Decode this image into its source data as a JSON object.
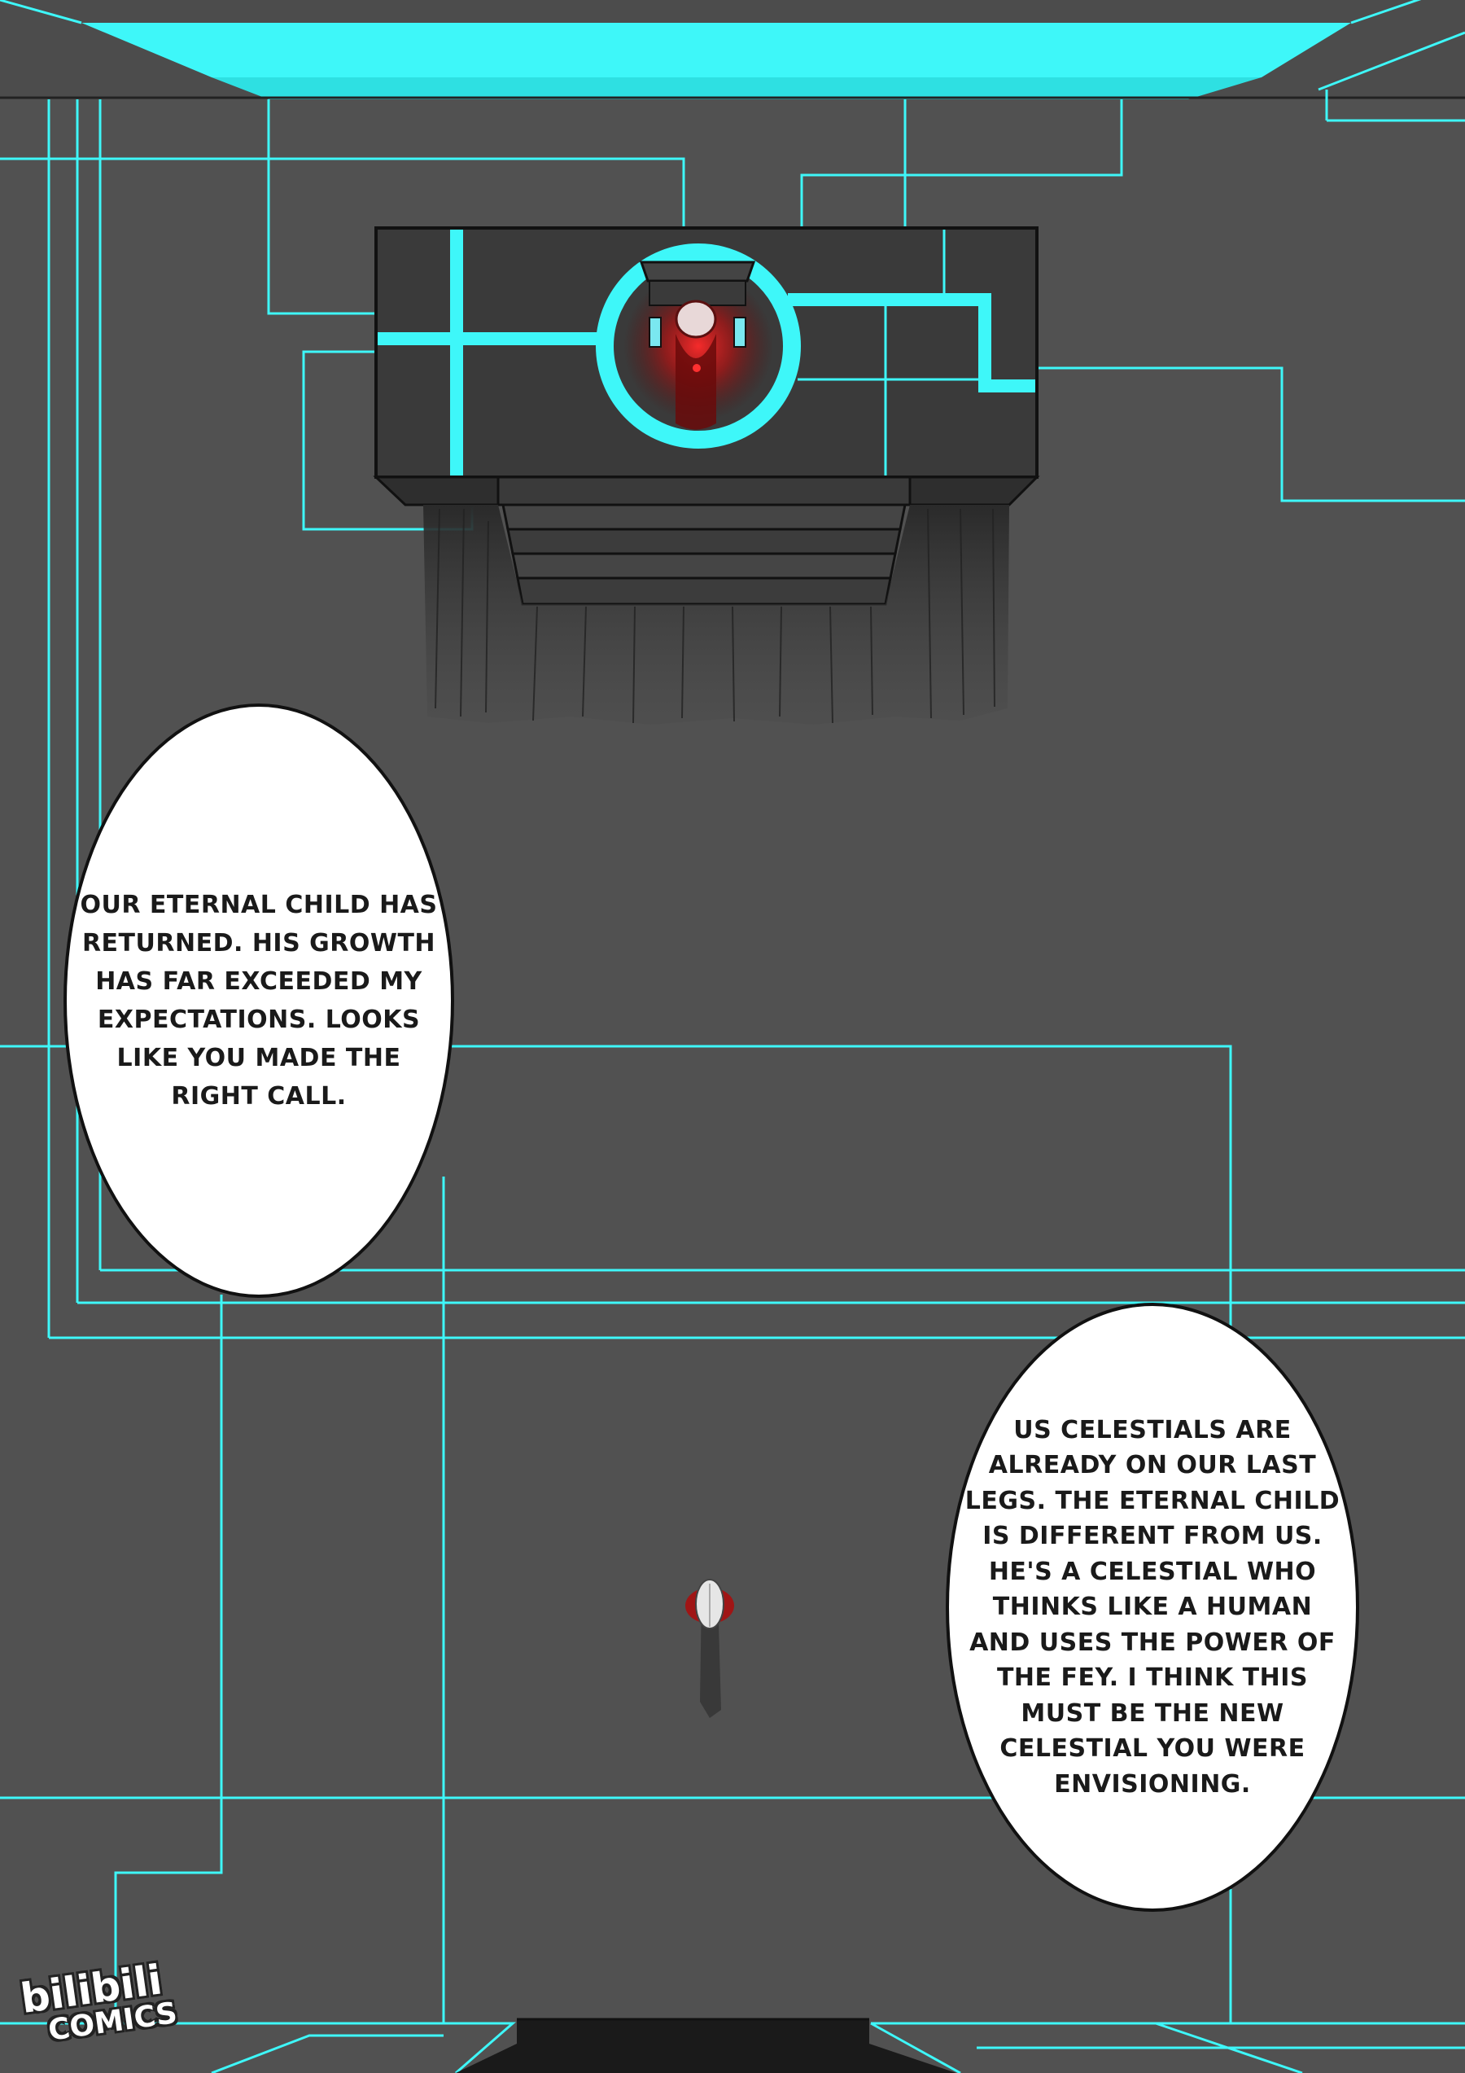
{
  "bubbles": [
    {
      "text": "Our eternal child has returned. His growth has far exceeded my expectations. Looks like you made the right call."
    },
    {
      "text": "Us Celestials are already on our last legs. The eternal child is different from us. He's a Celestial who thinks like a human and uses the power of the fey. I think this must be the new Celestial you were envisioning."
    }
  ],
  "watermark": {
    "line1": "bilibili",
    "line2": "COMICS"
  },
  "colors": {
    "background": "#515151",
    "neon": "#3ef7f9",
    "structure": "#3a3a3a",
    "glow": "#d01818",
    "bubble_fill": "#ffffff",
    "bubble_outline": "#111111"
  },
  "icons": [
    "celestial-throne-figure",
    "white-haired-figure-icon",
    "bilibili-comics-logo"
  ]
}
